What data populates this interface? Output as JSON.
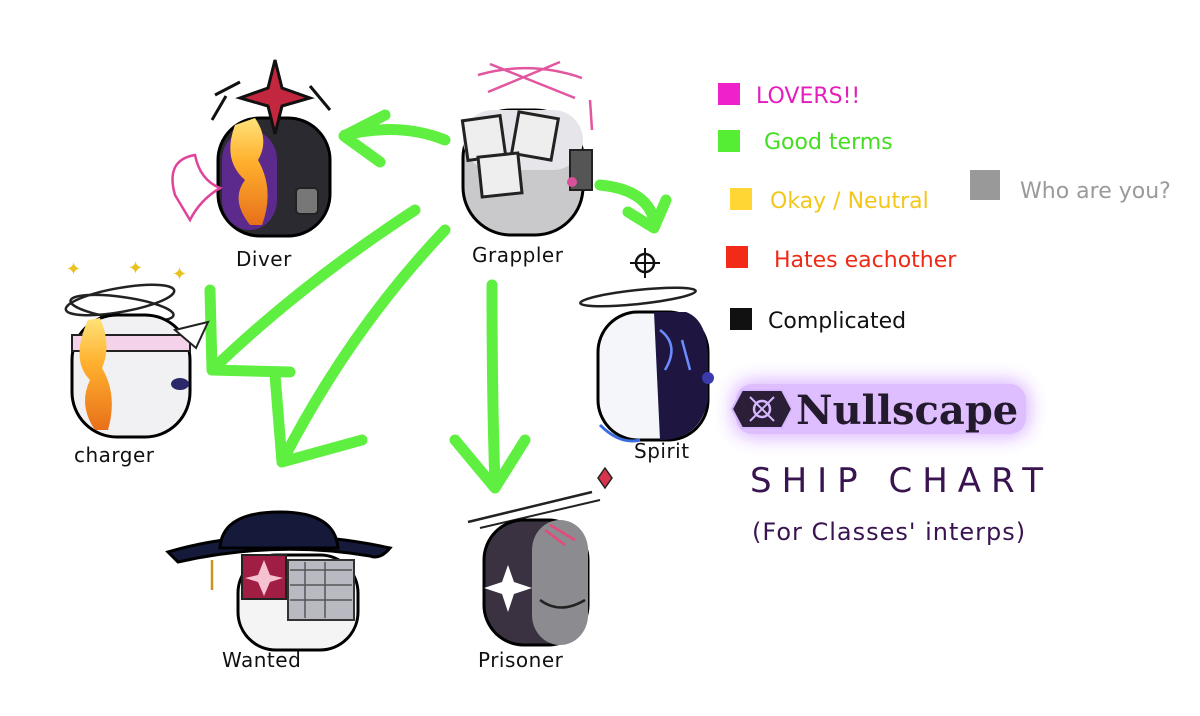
{
  "characters": [
    {
      "id": "diver",
      "label": "Diver"
    },
    {
      "id": "grappler",
      "label": "Grappler"
    },
    {
      "id": "charger",
      "label": "charger"
    },
    {
      "id": "spirit",
      "label": "Spirit"
    },
    {
      "id": "wanted",
      "label": "Wanted"
    },
    {
      "id": "prisoner",
      "label": "Prisoner"
    }
  ],
  "legend": [
    {
      "label": "LOVERS!!",
      "color": "#ee22c8",
      "text_color": "#e41dbc"
    },
    {
      "label": "Good terms",
      "color": "#55ee33",
      "text_color": "#44dd22"
    },
    {
      "label": "Okay / Neutral",
      "color": "#ffd633",
      "text_color": "#f3c71a"
    },
    {
      "label": "Hates eachother",
      "color": "#f22a18",
      "text_color": "#ee2a16"
    },
    {
      "label": "Complicated",
      "color": "#111111",
      "text_color": "#111111"
    },
    {
      "label": "Who are you?",
      "color": "#999999",
      "text_color": "#9a9a9a"
    }
  ],
  "relationships": [
    {
      "from": "grappler",
      "to": "diver",
      "type": "Good terms"
    },
    {
      "from": "grappler",
      "to": "spirit",
      "type": "Good terms"
    },
    {
      "from": "grappler",
      "to": "charger",
      "type": "Good terms"
    },
    {
      "from": "grappler",
      "to": "wanted",
      "type": "Good terms"
    },
    {
      "from": "grappler",
      "to": "prisoner",
      "type": "Good terms"
    }
  ],
  "logo": {
    "text": "Nullscape"
  },
  "chart_title": "SHIP CHART",
  "chart_subtitle": "(For Classes' interps)",
  "colors": {
    "arrow": "#5fef40",
    "logo_glow": "#b24dff"
  }
}
